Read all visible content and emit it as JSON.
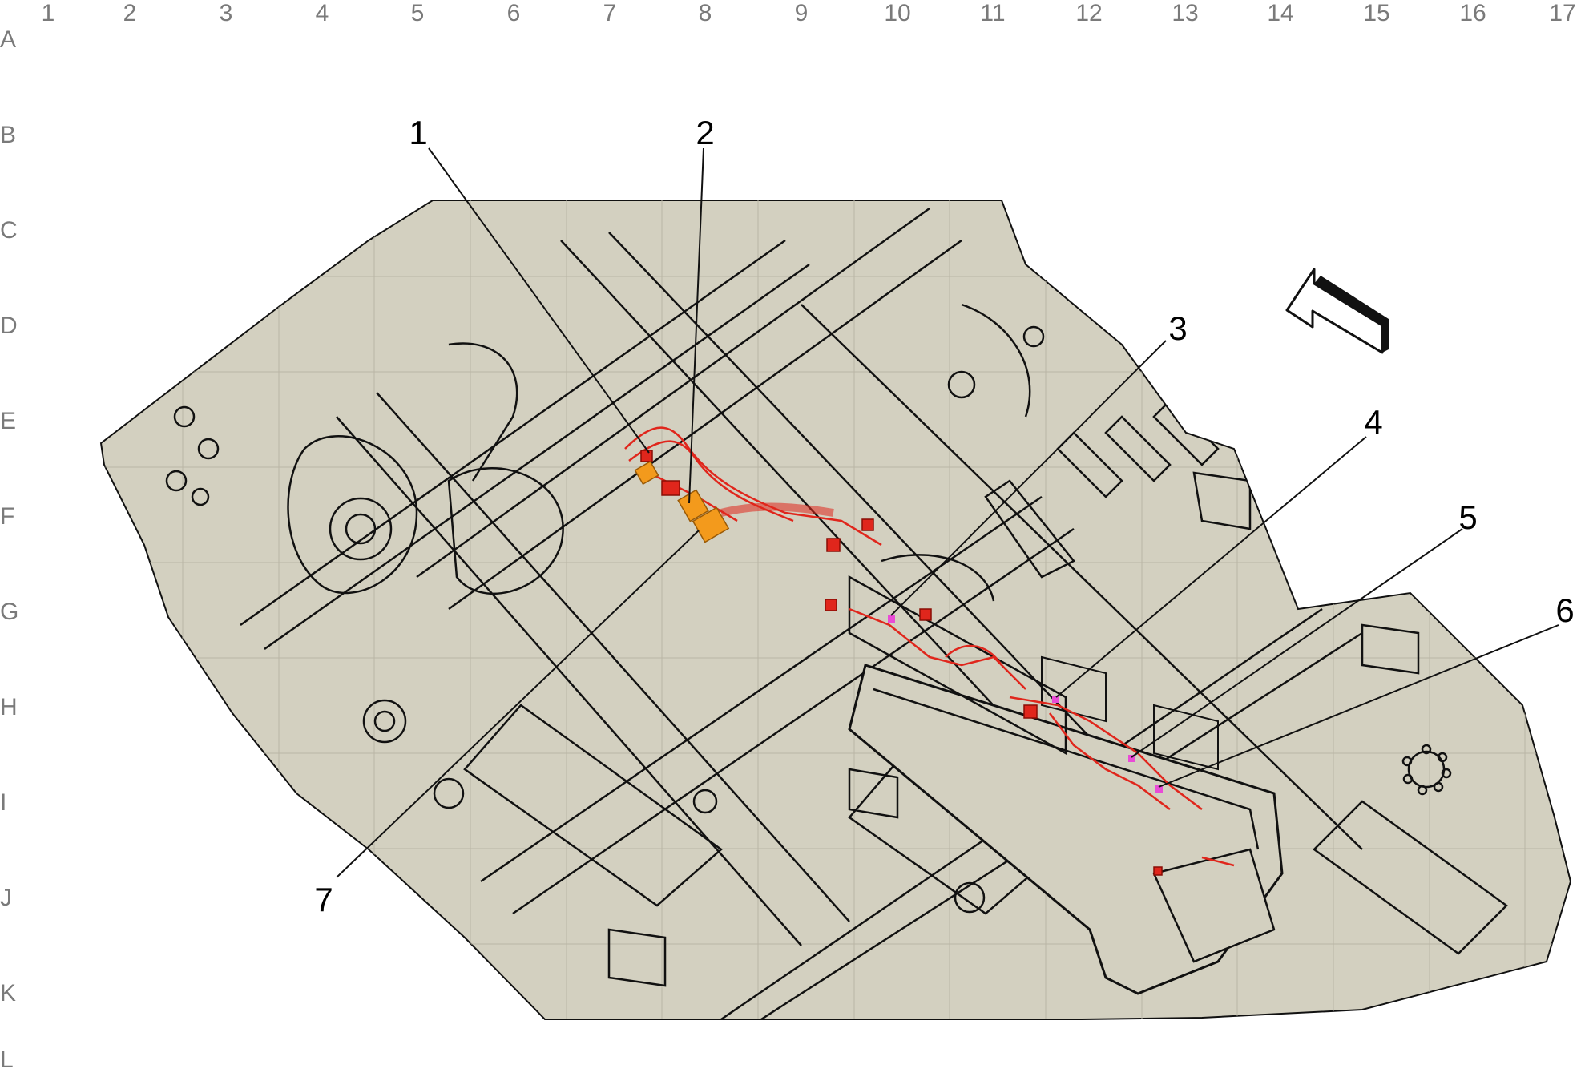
{
  "grid": {
    "columns": [
      "1",
      "2",
      "3",
      "4",
      "5",
      "6",
      "7",
      "8",
      "9",
      "10",
      "11",
      "12",
      "13",
      "14",
      "15",
      "16",
      "17"
    ],
    "rows": [
      "A",
      "B",
      "C",
      "D",
      "E",
      "F",
      "G",
      "H",
      "I",
      "J",
      "K",
      "L"
    ]
  },
  "callouts": [
    "1",
    "2",
    "3",
    "4",
    "5",
    "6",
    "7"
  ],
  "colors": {
    "body_fill": "#d3d0c0",
    "line": "#111111",
    "harness": "#e0261c",
    "connector_orange": "#f39a1c",
    "connector_pink": "#e94bd6",
    "grid_text": "#7a7a7a"
  },
  "icons": {
    "direction_arrow": "front-direction-arrow-icon"
  }
}
